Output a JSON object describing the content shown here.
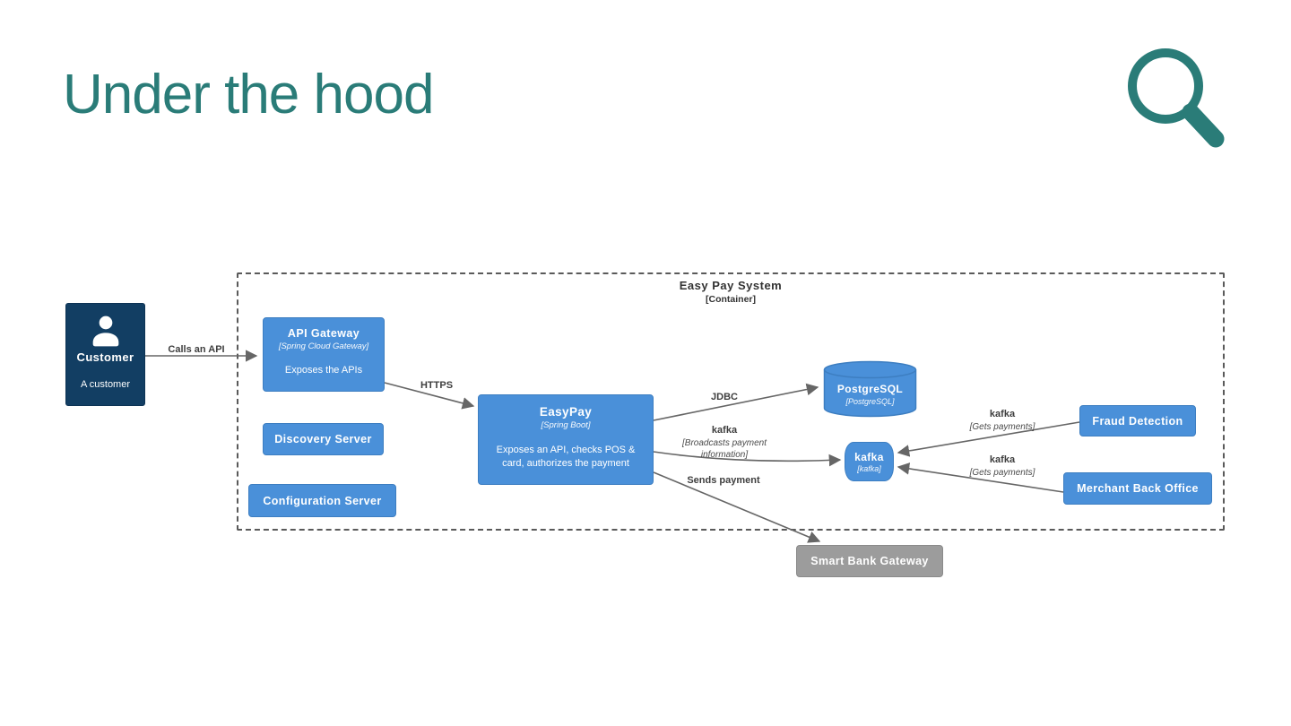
{
  "page": {
    "title": "Under the hood"
  },
  "colors": {
    "accent_teal": "#2A7C78",
    "node_blue": "#4A90D9",
    "node_blue_border": "#3D7EC1",
    "person_navy": "#123E63",
    "external_gray": "#9C9C9C",
    "arrow_gray": "#666666"
  },
  "diagram": {
    "boundary": {
      "title": "Easy Pay System",
      "subtitle": "[Container]"
    },
    "nodes": {
      "customer": {
        "title": "Customer",
        "description": "A customer",
        "icon": "person-icon"
      },
      "api_gateway": {
        "title": "API Gateway",
        "subtitle": "[Spring Cloud Gateway]",
        "description": "Exposes the APIs"
      },
      "discovery_server": {
        "title": "Discovery Server"
      },
      "configuration_server": {
        "title": "Configuration Server"
      },
      "easypay": {
        "title": "EasyPay",
        "subtitle": "[Spring Boot]",
        "description": "Exposes an API, checks POS & card, authorizes the payment"
      },
      "postgresql": {
        "title": "PostgreSQL",
        "subtitle": "[PostgreSQL]",
        "shape": "database-cylinder"
      },
      "kafka": {
        "title": "kafka",
        "subtitle": "[kafka]",
        "shape": "pipe"
      },
      "fraud_detection": {
        "title": "Fraud Detection"
      },
      "merchant_back_office": {
        "title": "Merchant Back Office"
      },
      "smart_bank_gateway": {
        "title": "Smart Bank Gateway"
      }
    },
    "edges": {
      "customer_api": {
        "label": "Calls an API"
      },
      "api_easypay": {
        "label": "HTTPS"
      },
      "easypay_postgres": {
        "label": "JDBC"
      },
      "easypay_kafka": {
        "label": "kafka",
        "sublabel": "[Broadcasts payment information]"
      },
      "easypay_bank": {
        "label": "Sends payment"
      },
      "fraud_kafka": {
        "label": "kafka",
        "sublabel": "[Gets payments]"
      },
      "merchant_kafka": {
        "label": "kafka",
        "sublabel": "[Gets payments]"
      }
    }
  }
}
